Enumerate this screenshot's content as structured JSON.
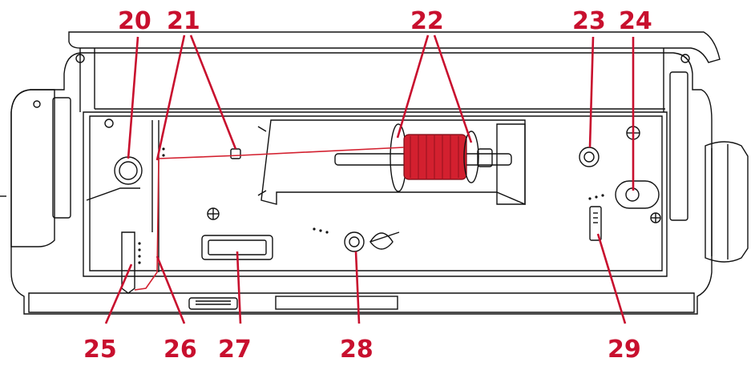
{
  "callouts": [
    {
      "id": "20",
      "label": "20"
    },
    {
      "id": "21",
      "label": "21"
    },
    {
      "id": "22",
      "label": "22"
    },
    {
      "id": "23",
      "label": "23"
    },
    {
      "id": "24",
      "label": "24"
    },
    {
      "id": "25",
      "label": "25"
    },
    {
      "id": "26",
      "label": "26"
    },
    {
      "id": "27",
      "label": "27"
    },
    {
      "id": "28",
      "label": "28"
    },
    {
      "id": "29",
      "label": "29"
    }
  ],
  "colors": {
    "callout": "#c8102e",
    "thread": "#d3202f",
    "outline": "#111111",
    "machine": "#ffffff",
    "shade": "#e9e9e9"
  },
  "icons": [
    "thread-path-dots",
    "screw-head-icon",
    "thread-loop-icon",
    "bobbin-winder-arrow"
  ]
}
